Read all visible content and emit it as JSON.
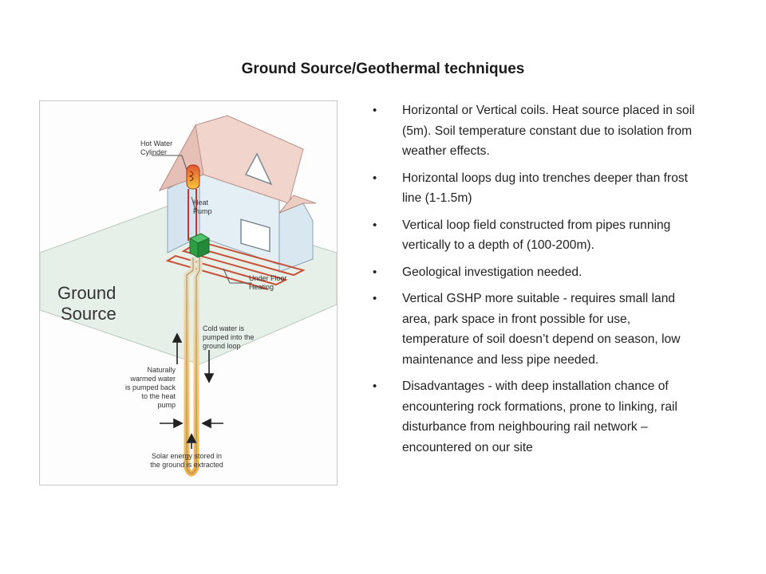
{
  "title": "Ground Source/Geothermal techniques",
  "figure": {
    "big_label_line1": "Ground",
    "big_label_line2": "Source",
    "hot_water_line1": "Hot Water",
    "hot_water_line2": "Cylinder",
    "heat_pump_line1": "Heat",
    "heat_pump_line2": "Pump",
    "under_floor_line1": "Under Floor",
    "under_floor_line2": "Heating",
    "cold_water_line1": "Cold water is",
    "cold_water_line2": "pumped into the",
    "cold_water_line3": "ground loop",
    "warmed_line1": "Naturally",
    "warmed_line2": "warmed water",
    "warmed_line3": "is pumped back",
    "warmed_line4": "to the heat",
    "warmed_line5": "pump",
    "solar_line1": "Solar energy stored in",
    "solar_line2": "the ground is extracted",
    "colors": {
      "pipe_hot": "#c0392b",
      "pipe_cold": "#f2b544",
      "pump": "#2e9e44",
      "roof": "#f2d6cf",
      "wall": "#dfeaf1",
      "ground": "#e3efe6"
    }
  },
  "bullets": [
    "Horizontal or Vertical coils. Heat source placed in soil (5m).  Soil temperature constant due to isolation from weather effects.",
    "Horizontal loops dug into trenches deeper than frost line (1-1.5m)",
    "Vertical loop field constructed from pipes running vertically to a depth of (100-200m).",
    "Geological investigation needed.",
    "Vertical GSHP more suitable - requires small land area, park space in front possible for use, temperature of soil doesn’t depend on season, low maintenance and less pipe needed.",
    "Disadvantages - with deep installation chance of encountering rock formations, prone to linking, rail disturbance from neighbouring rail network – encountered on our site"
  ],
  "bullet_glyph": "•"
}
